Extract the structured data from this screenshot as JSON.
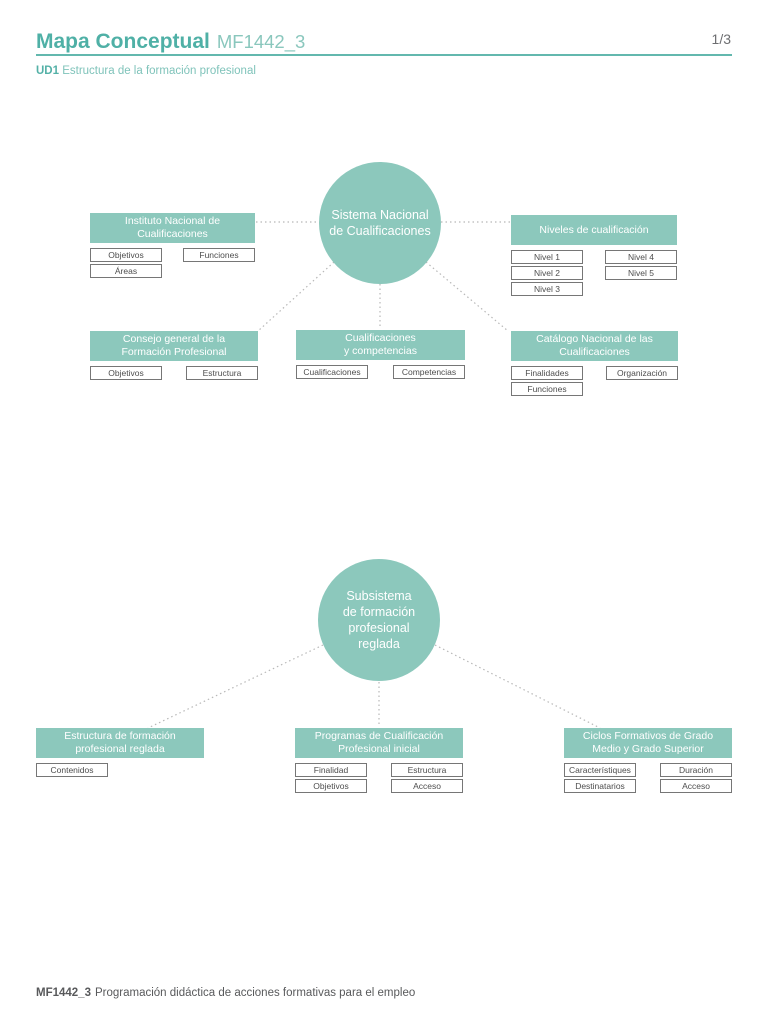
{
  "header": {
    "title": "Mapa Conceptual",
    "code": "MF1442_3",
    "page": "1/3",
    "unit_code": "UD1",
    "unit_title": "Estructura de la formación profesional"
  },
  "footer": {
    "code": "MF1442_3",
    "text": "Programación didáctica de acciones formativas para el empleo"
  },
  "colors": {
    "accent_teal": "#4fb0a6",
    "light_teal": "#8ac7bd",
    "node_fill": "#8cc8bc",
    "connector_gray": "#b8b8b8",
    "text_gray": "#58595b",
    "child_border_gray": "#767676"
  },
  "map1": {
    "center": [
      "Sistema Nacional",
      "de Cualificaciones"
    ],
    "nodes": [
      {
        "title": [
          "Instituto Nacional de",
          "Cualificaciones"
        ],
        "children": [
          "Objetivos",
          "Funciones",
          "Áreas"
        ]
      },
      {
        "title": [
          "Niveles de cualificación"
        ],
        "children": [
          "Nivel 1",
          "Nivel 4",
          "Nivel 2",
          "Nivel 5",
          "Nivel 3"
        ]
      },
      {
        "title": [
          "Consejo general de la",
          "Formación Profesional"
        ],
        "children": [
          "Objetivos",
          "Estructura"
        ]
      },
      {
        "title": [
          "Cualificaciones",
          "y competencias"
        ],
        "children": [
          "Cualificaciones",
          "Competencias"
        ]
      },
      {
        "title": [
          "Catálogo Nacional de las",
          "Cualificaciones"
        ],
        "children": [
          "Finalidades",
          "Organización",
          "Funciones"
        ]
      }
    ]
  },
  "map2": {
    "center": [
      "Subsistema",
      "de formación",
      "profesional",
      "reglada"
    ],
    "nodes": [
      {
        "title": [
          "Estructura de formación",
          "profesional reglada"
        ],
        "children": [
          "Contenidos"
        ]
      },
      {
        "title": [
          "Programas de Cualificación",
          "Profesional inicial"
        ],
        "children": [
          "Finalidad",
          "Estructura",
          "Objetivos",
          "Acceso"
        ]
      },
      {
        "title": [
          "Ciclos Formativos de Grado",
          "Medio y Grado Superior"
        ],
        "children": [
          "Característiques",
          "Duración",
          "Destinatarios",
          "Acceso"
        ]
      }
    ]
  }
}
